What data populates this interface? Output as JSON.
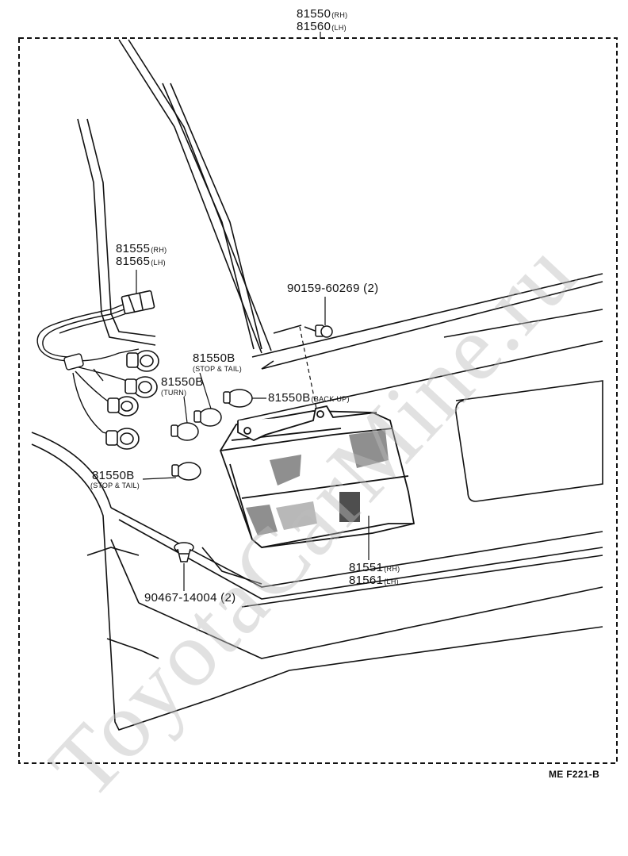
{
  "diagram": {
    "assembly_rh": "81550",
    "assembly_rh_suffix": "(RH)",
    "assembly_lh": "81560",
    "assembly_lh_suffix": "(LH)",
    "socket_rh": "81555",
    "socket_rh_suffix": "(RH)",
    "socket_lh": "81565",
    "socket_lh_suffix": "(LH)",
    "screw_part": "90159-60269 (2)",
    "bulb_stop_tail_upper": "81550B",
    "bulb_stop_tail_upper_note": "(STOP & TAIL)",
    "bulb_turn": "81550B",
    "bulb_turn_note": "(TURN)",
    "bulb_backup": "81550B",
    "bulb_backup_note": "(BACK UP)",
    "bulb_stop_tail_lower": "81550B",
    "bulb_stop_tail_lower_note": "(STOP & TAIL)",
    "lens_rh": "81551",
    "lens_rh_suffix": "(RH)",
    "lens_lh": "81561",
    "lens_lh_suffix": "(LH)",
    "clip_part": "90467-14004 (2)",
    "figure_ref": "ME F221-B",
    "watermark": "ToyotaCarMine.ru"
  }
}
